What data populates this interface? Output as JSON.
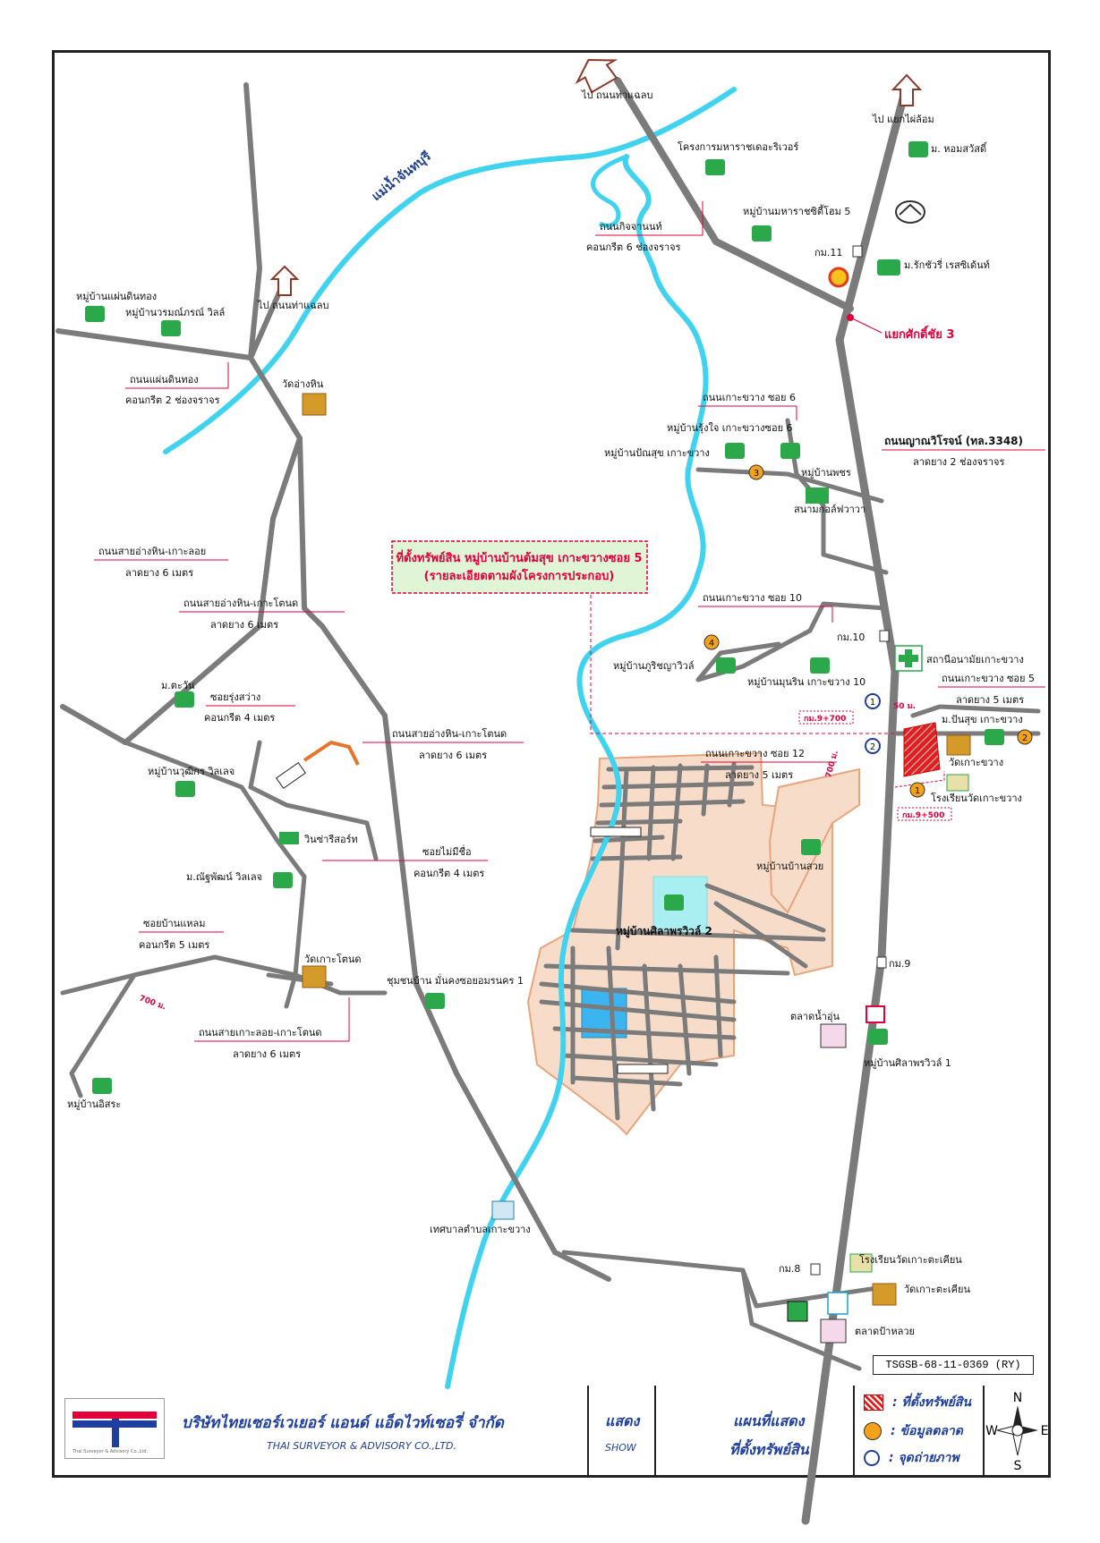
{
  "map": {
    "reference_code": "TSGSB-68-11-0369 (RY)",
    "river_name": "แม่น้ำจันทบุรี",
    "intersection": "แยกศักดิ์ชัย 3",
    "main_road": {
      "name": "ถนนญาณวิโรจน์ (ทล.3348)",
      "detail": "ลาดยาง 2 ช่องจราจร"
    },
    "subject": {
      "title": "ที่ตั้งทรัพย์สิน หมู่บ้านบ้านต้มสุข เกาะขวางซอย 5",
      "detail": "(รายละเอียดตามผังโครงการประกอบ)"
    },
    "directions": [
      {
        "text": "ไป ถนนท่าแฉลบ"
      },
      {
        "text": "ไป แยกไผ่ล้อม"
      },
      {
        "text": "ไป ถนนท่าแฉลบ"
      }
    ],
    "roads": [
      {
        "name": "ถนนกิจจานนท์",
        "detail": "คอนกรีต 6 ช่องจราจร"
      },
      {
        "name": "ถนนแผ่นดินทอง",
        "detail": "คอนกรีต 2 ช่องจราจร"
      },
      {
        "name": "ถนนเกาะขวาง ซอย 6",
        "detail": ""
      },
      {
        "name": "ถนนสายอ่างหิน-เกาะลอย",
        "detail": "ลาดยาง 6 เมตร"
      },
      {
        "name": "ถนนสายอ่างหิน-เกาะโตนด",
        "detail": "ลาดยาง 6 เมตร"
      },
      {
        "name": "ถนนเกาะขวาง ซอย 10",
        "detail": ""
      },
      {
        "name": "ซอยรุ่งสว่าง",
        "detail": "คอนกรีต 4 เมตร"
      },
      {
        "name": "ถนนสายอ่างหิน-เกาะโตนด",
        "detail": "ลาดยาง 6 เมตร"
      },
      {
        "name": "ถนนเกาะขวาง ซอย 5",
        "detail": "ลาดยาง 5 เมตร"
      },
      {
        "name": "ถนนเกาะขวาง ซอย 12",
        "detail": "ลาดยาง 5 เมตร"
      },
      {
        "name": "ซอยไม่มีชื่อ",
        "detail": "คอนกรีต 4 เมตร"
      },
      {
        "name": "ซอยบ้านแหลม",
        "detail": "คอนกรีต 5 เมตร"
      },
      {
        "name": "ถนนสายเกาะลอย-เกาะโตนด",
        "detail": "ลาดยาง 6 เมตร"
      }
    ],
    "places": [
      "โครงการมหาราชเดอะริเวอร์",
      "ม. หอมสวัสดิ์",
      "หมู่บ้านมหาราชซิตี้โฮม 5",
      "กม.11",
      "ม.รักชัวรี่ เรสซิเด้นท์",
      "หมู่บ้านแผ่นดินทอง",
      "หมู่บ้านวรมณ์ภรณ์ วิลล์",
      "วัดอ่างหิน",
      "หมู่บ้านรุ้งใจ เกาะขวางซอย 6",
      "หมู่บ้านปัณสุข เกาะขวาง",
      "หมู่บ้านพชร",
      "สนามกอล์ฟวาวา",
      "กม.10",
      "สถานีอนามัยเกาะขวาง",
      "หมู่บ้านภูริชญาวิวล์",
      "หมู่บ้านมุนริน เกาะขวาง 10",
      "ม.ตะวัน",
      "ม.ปันสุข เกาะขวาง",
      "วัดเกาะขวาง",
      "โรงเรียนวัดเกาะขวาง",
      "หมู่บ้านวุฒิกร วิลเลจ",
      "วินซ่ารีสอร์ท",
      "หมู่บ้านบ้านสวย",
      "ม.ณัฐพัฒน์ วิลเลจ",
      "หมู่บ้านศิลาพรวิวล์ 2",
      "วัดเกาะโตนด",
      "ชุมชนบ้าน มั่นคงซอยอมรนคร 1",
      "กม.9",
      "ตลาดน้ำอุ่น",
      "หมู่บ้านศิลาพรวิวล์ 1",
      "หมู่บ้านอิสระ",
      "เทศบาลตำบลเกาะขวาง",
      "โรงเรียนวัดเกาะตะเคียน",
      "กม.8",
      "วัดเกาะตะเคียน",
      "ตลาดป้าหลวย"
    ],
    "km_markers": [
      "กม.9+700",
      "กม.9+500"
    ],
    "distances": [
      "50 ม.",
      "700 ม.",
      "700 ม."
    ],
    "markers": [
      "1",
      "2",
      "3",
      "4",
      "1",
      "2"
    ]
  },
  "footer": {
    "company_th": "บริษัทไทยเซอร์เวเยอร์ แอนด์ แอ็ดไวท์เซอรี่ จำกัด",
    "company_en": "THAI SURVEYOR & ADVISORY CO.,LTD.",
    "logo_caption": "Thai Surveyor & Advisory Co.,Ltd.",
    "show_th": "แสดง",
    "show_en": "SHOW",
    "map_of_th": "แผนที่แสดง",
    "map_of_th2": "ที่ตั้งทรัพย์สิน",
    "legend": [
      {
        "label": ": ที่ตั้งทรัพย์สิน",
        "icon": "subject-hatch-icon"
      },
      {
        "label": ": ข้อมูลตลาด",
        "icon": "market-circle-icon"
      },
      {
        "label": ": จุดถ่ายภาพ",
        "icon": "camera-point-icon"
      }
    ],
    "compass": {
      "n": "N",
      "s": "S",
      "e": "E",
      "w": "W"
    }
  },
  "colors": {
    "river": "#3fd3ef",
    "road": "#7b7b7b",
    "label_red": "#e2003a",
    "project_fill": "#f6dcc9",
    "project_border": "#e8a57c",
    "subject": "#e02020",
    "marker_orange": "#f4a21a",
    "brand_blue": "#1f3fa0"
  }
}
